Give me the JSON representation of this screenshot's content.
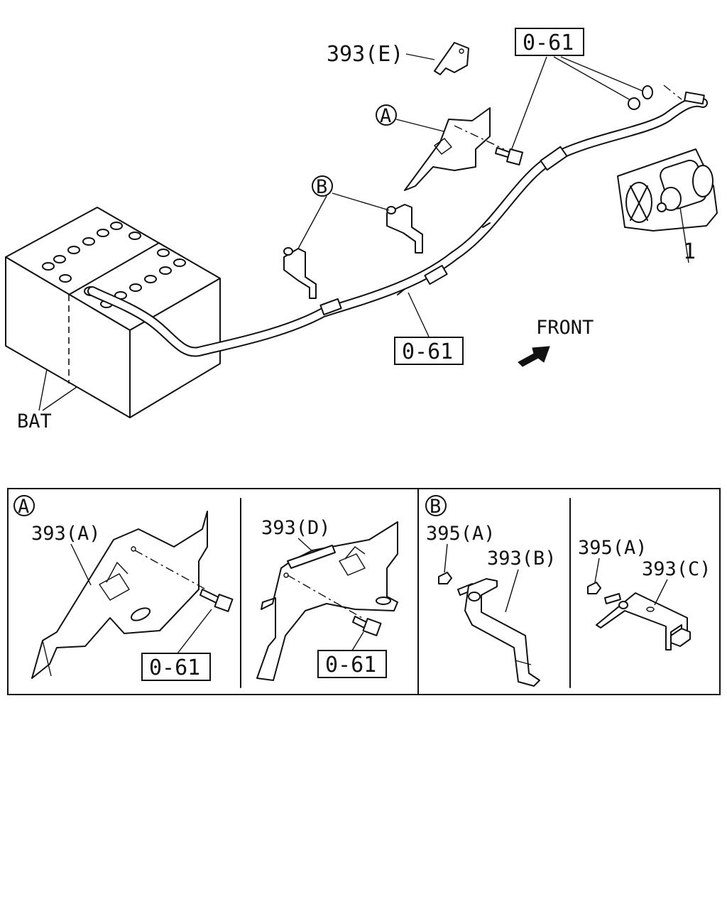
{
  "diagram": {
    "top_labels": {
      "bracket_e": "393(E)",
      "bolt_ref_top": "0-61",
      "bolt_ref_middle": "0-61",
      "callout_a": "A",
      "callout_b": "B",
      "starter_number": "1",
      "front": "FRONT",
      "battery": "BAT"
    },
    "detail_a": {
      "marker": "A",
      "left_bracket": "393(A)",
      "left_ref": "0-61",
      "right_bracket": "393(D)",
      "right_ref": "0-61"
    },
    "detail_b": {
      "marker": "B",
      "left_nut": "395(A)",
      "left_bracket": "393(B)",
      "right_nut": "395(A)",
      "right_bracket": "393(C)"
    }
  }
}
